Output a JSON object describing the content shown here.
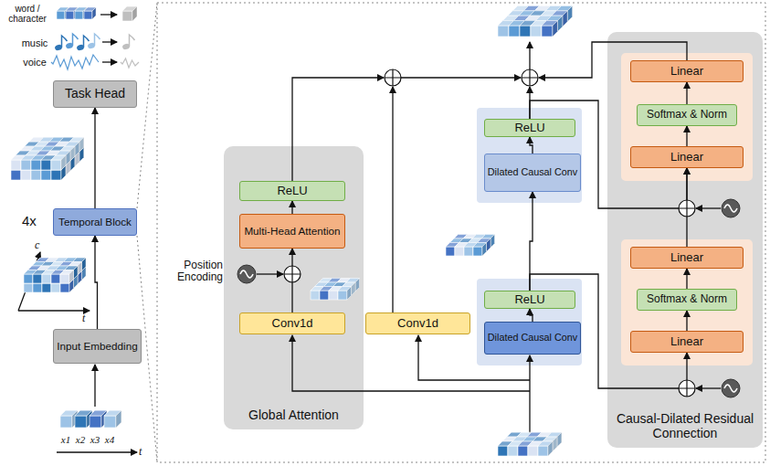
{
  "diagram": {
    "nodes": [
      {
        "text": [
          "Task Head"
        ]
      },
      {
        "text": [
          "Temporal Block"
        ]
      },
      {
        "text": [
          "Input Embedding"
        ]
      },
      {
        "text": [
          "Global Attention"
        ]
      },
      {
        "text": [
          "Conv1d"
        ],
        "in": 3
      },
      {
        "text": [
          "Multi-Head Attention"
        ],
        "in": 3
      },
      {
        "text": [
          "ReLU"
        ],
        "in": 3
      },
      {
        "text": [
          "Conv1d"
        ]
      },
      {
        "text": [
          "Dilated Causal Conv"
        ]
      },
      {
        "text": [
          "ReLU"
        ]
      },
      {
        "text": [
          "Dilated Causal Conv"
        ]
      },
      {
        "text": [
          "ReLU"
        ]
      },
      {
        "text": [
          "Causal-Dilated Residual Connection"
        ]
      },
      {
        "text": [
          "Linear"
        ],
        "in": 12
      },
      {
        "text": [
          "Softmax & Norm"
        ],
        "in": 12
      },
      {
        "text": [
          "Linear"
        ],
        "in": 12
      },
      {
        "text": [
          "Linear"
        ],
        "in": 12
      },
      {
        "text": [
          "Softmax & Norm"
        ],
        "in": 12
      },
      {
        "text": [
          "Linear"
        ],
        "in": 12
      }
    ],
    "edges": [
      {
        "from": 2,
        "to": 1,
        "arrow": "to"
      },
      {
        "from": 1,
        "to": 0,
        "arrow": "to"
      },
      {
        "from": 4,
        "to": 5,
        "arrow": "to"
      },
      {
        "from": 5,
        "to": 6,
        "arrow": "to"
      },
      {
        "from": 8,
        "to": 9,
        "arrow": "to"
      },
      {
        "from": 9,
        "to": 10,
        "arrow": "to"
      },
      {
        "from": 10,
        "to": 11,
        "arrow": "to"
      },
      {
        "from": 13,
        "to": 14,
        "arrow": "to"
      },
      {
        "from": 14,
        "to": 15,
        "arrow": "to"
      },
      {
        "from": 16,
        "to": 17,
        "arrow": "to"
      },
      {
        "from": 17,
        "to": 18,
        "arrow": "to"
      },
      {
        "from": 15,
        "to": 16,
        "arrow": "to"
      },
      {
        "from": 9,
        "to": 13,
        "arrow": "to"
      },
      {
        "from": 11,
        "to": 16,
        "arrow": "to"
      }
    ],
    "labels": [
      "word / character",
      "music",
      "voice",
      "4x",
      "c",
      "t",
      "Position Encoding",
      "x1",
      "x2",
      "x3",
      "x4",
      "t"
    ]
  }
}
